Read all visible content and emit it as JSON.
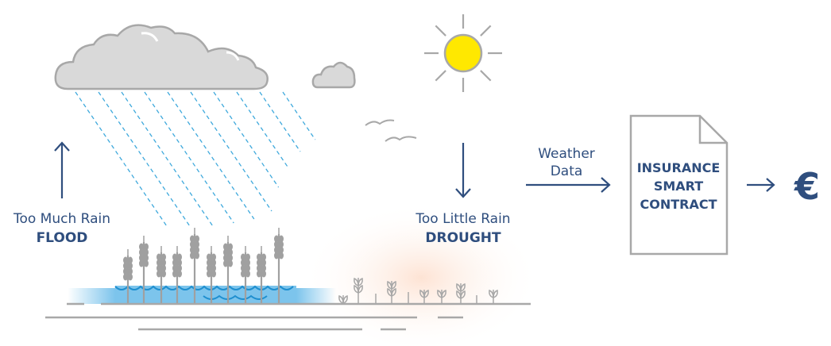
{
  "flood": {
    "line1": "Too Much Rain",
    "line2": "FLOOD"
  },
  "drought": {
    "line1": "Too Little Rain",
    "line2": "DROUGHT"
  },
  "weather": {
    "line1": "Weather",
    "line2": "Data"
  },
  "contract": {
    "line1": "INSURANCE",
    "line2": "SMART",
    "line3": "CONTRACT"
  },
  "payout": {
    "symbol": "€"
  },
  "colors": {
    "text": "#2f4e7e",
    "gray": "#a8a8a8",
    "water": "#7cc4ec",
    "rain": "#3fa9dc",
    "sun": "#ffe800"
  }
}
